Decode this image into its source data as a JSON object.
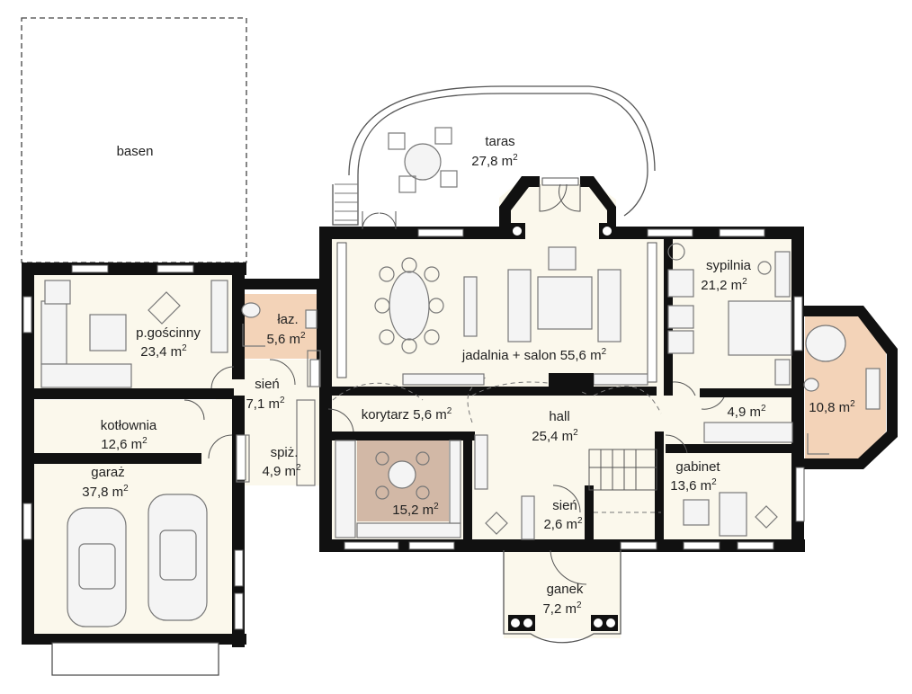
{
  "colors": {
    "wall": "#111111",
    "floor": "#fbf8ec",
    "bathroom": "#f3d3b8",
    "dining_rug": "#d2b8a6",
    "outline": "#555555"
  },
  "rooms": {
    "basen": {
      "name": "basen",
      "area": ""
    },
    "taras": {
      "name": "taras",
      "area": "27,8 m"
    },
    "gosc": {
      "name": "p.gościnny",
      "area": "23,4 m"
    },
    "laz": {
      "name": "łaz.",
      "area": "5,6 m"
    },
    "sien1": {
      "name": "sień",
      "area": "7,1 m"
    },
    "kotlownia": {
      "name": "kotłownia",
      "area": "12,6 m"
    },
    "garaz": {
      "name": "garaż",
      "area": "37,8 m"
    },
    "spiz": {
      "name": "spiż.",
      "area": "4,9 m"
    },
    "salon": {
      "name": "jadalnia + salon 55,6 m",
      "area": ""
    },
    "korytarz": {
      "name": "korytarz 5,6 m",
      "area": ""
    },
    "hall": {
      "name": "hall",
      "area": "25,4 m"
    },
    "kuchnia": {
      "name": "",
      "area": "15,2 m"
    },
    "sien2": {
      "name": "sień",
      "area": "2,6 m"
    },
    "ganek": {
      "name": "ganek",
      "area": "7,2 m"
    },
    "sypialnia": {
      "name": "sypilnia",
      "area": "21,2 m"
    },
    "garderoba": {
      "name": "",
      "area": "4,9 m"
    },
    "lazienka": {
      "name": "",
      "area": "10,8 m"
    },
    "gabinet": {
      "name": "gabinet",
      "area": "13,6 m"
    }
  },
  "unit_exponent": "2"
}
